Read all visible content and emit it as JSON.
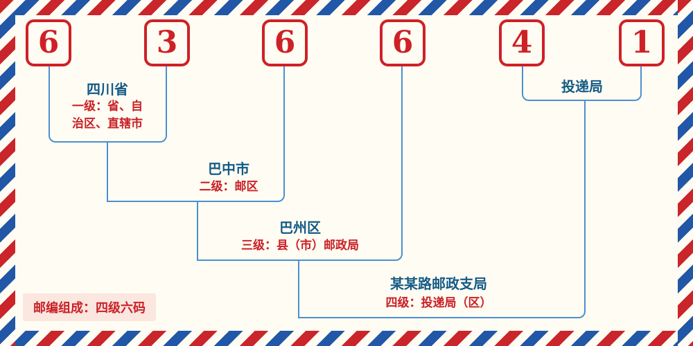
{
  "postal_code": {
    "digits": [
      "6",
      "3",
      "6",
      "6",
      "4",
      "1"
    ]
  },
  "levels": {
    "province": {
      "name": "四川省",
      "desc_line1": "一级：省、自",
      "desc_line2": "治区、直辖市"
    },
    "city": {
      "name": "巴中市",
      "desc": "二级：邮区"
    },
    "district": {
      "name": "巴州区",
      "desc": "三级：县（市）邮政局"
    },
    "branch": {
      "name": "某某路邮政支局",
      "desc": "四级：投递局（区）"
    },
    "delivery": {
      "name": "投递局"
    }
  },
  "footer": {
    "badge": "邮编组成：四级六码"
  },
  "colors": {
    "digit_red": "#ce2127",
    "desc_red": "#c92026",
    "name_blue": "#155a86",
    "line_blue": "#4a8fd0",
    "stripe_red": "#c9252b",
    "stripe_blue": "#2157a6",
    "background": "#fffdf3",
    "badge_background": "#fbe6e0"
  }
}
